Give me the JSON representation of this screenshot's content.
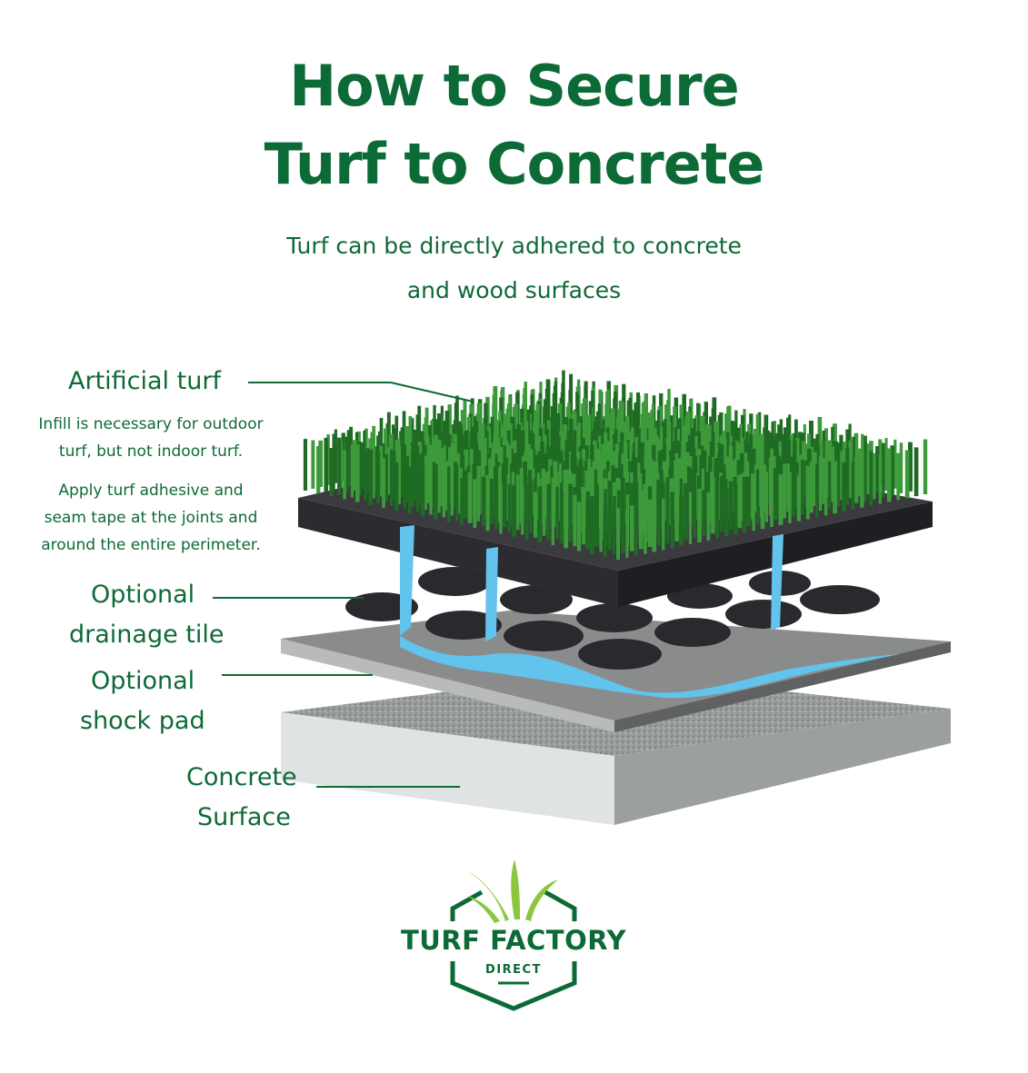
{
  "title": {
    "line1": "How to Secure",
    "line2": "Turf to Concrete"
  },
  "subtitle": {
    "line1": "Turf can be directly adhered to concrete",
    "line2": "and wood surfaces"
  },
  "labels": {
    "turf": "Artificial turf",
    "infill_note": [
      "Infill is necessary for outdoor",
      "turf, but not indoor turf."
    ],
    "adhesive_note": [
      "Apply turf adhesive and",
      "seam tape at the joints and",
      "around the entire perimeter."
    ],
    "drainage": [
      "Optional",
      "drainage tile"
    ],
    "shock_pad": [
      "Optional",
      "shock pad"
    ],
    "concrete": [
      "Concrete",
      "Surface"
    ]
  },
  "logo": {
    "name": "TURF FACTORY",
    "sub": "DIRECT"
  },
  "colors": {
    "brand_green": "#0b6a35",
    "grass_dark": "#1f6b24",
    "grass_light": "#3d9a3a",
    "water": "#62c3ec",
    "backing": "#2f2f33",
    "concrete": "#b8bcbc"
  }
}
